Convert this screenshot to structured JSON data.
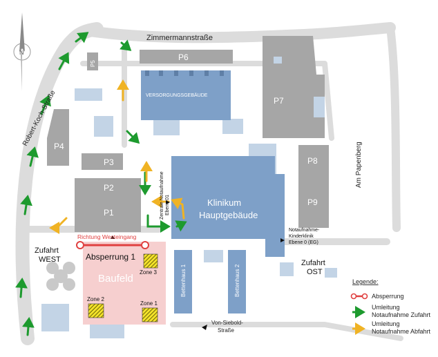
{
  "streets": {
    "zimmermann": "Zimmermannstraße",
    "robert_koch": "Robert-Koch-Straße",
    "am_papenberg": "Am Papenberg",
    "von_siebold_1": "Von-Siebold-",
    "von_siebold_2": "Straße"
  },
  "buildings": {
    "p5": "P5",
    "p6": "P6",
    "p7": "P7",
    "p4": "P4",
    "p3": "P3",
    "p2": "P2",
    "p1": "P1",
    "p8": "P8",
    "p9": "P9",
    "versorgung": "VERSORGUNGSGEBÄUDE",
    "klinikum_1": "Klinikum",
    "klinikum_2": "Hauptgebäude",
    "bettenhaus_1": "Bettenhaus 1",
    "bettenhaus_2": "Bettenhaus 2"
  },
  "labels": {
    "zentrale_1": "Zentrale Notaufnahme",
    "zentrale_2": "Ebene 01",
    "kinder_1": "Notaufnahme-",
    "kinder_2": "Kinderklinik",
    "kinder_3": "Ebene 0 (EG)",
    "richtung": "Richtung Westeingang",
    "absperrung": "Absperrung 1",
    "baufeld": "Baufeld",
    "zone1": "Zone 1",
    "zone2": "Zone 2",
    "zone3": "Zone 3",
    "zufahrt_west_1": "Zufahrt",
    "zufahrt_west_2": "WEST",
    "zufahrt_ost_1": "Zufahrt",
    "zufahrt_ost_2": "OST"
  },
  "legend": {
    "title": "Legende:",
    "absperrung": "Absperrung",
    "zufahrt_1": "Umleitung",
    "zufahrt_2": "Notaufnahme Zufahrt",
    "abfahrt_1": "Umleitung",
    "abfahrt_2": "Notaufnahme Abfahrt"
  },
  "colors": {
    "road": "#dcdcdc",
    "parking": "#a6a6a6",
    "hospital": "#7ea0c8",
    "light_blue": "#c3d4e6",
    "baufeld": "#f6cfcf",
    "green": "#1d9a2e",
    "orange": "#f0b324",
    "red": "#e04040"
  }
}
